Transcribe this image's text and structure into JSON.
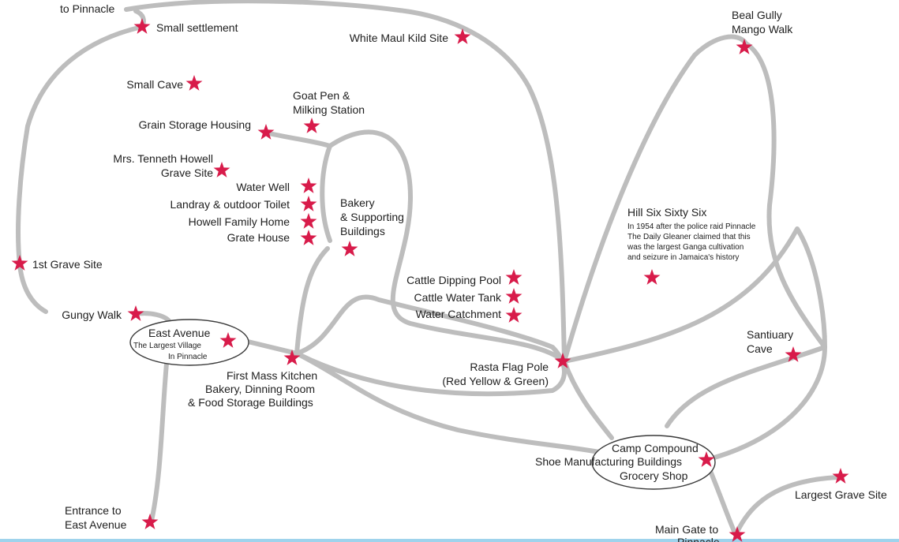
{
  "map": {
    "star_color": "#d81b4a",
    "path_color": "#bdbdbd",
    "accent_band_color": "#9fd3ec",
    "labels": {
      "to_pinnacle": "to Pinnacle",
      "small_settlement": "Small settlement",
      "white_maul": "White Maul Kild Site",
      "beal_gully_1": "Beal Gully",
      "beal_gully_2": "Mango Walk",
      "small_cave": "Small Cave",
      "goat_pen_1": "Goat Pen &",
      "goat_pen_2": "Milking Station",
      "grain_storage": "Grain Storage Housing",
      "howell_grave_1": "Mrs. Tenneth Howell",
      "howell_grave_2": "Grave Site",
      "water_well": "Water Well",
      "landray": "Landray & outdoor Toilet",
      "howell_home": "Howell Family Home",
      "grate_house": "Grate House",
      "bakery_1": "Bakery",
      "bakery_2": "& Supporting",
      "bakery_3": "Buildings",
      "hill_title": "Hill Six Sixty Six",
      "hill_note_1": "In 1954 after the police raid Pinnacle",
      "hill_note_2": "The Daily Gleaner claimed that this",
      "hill_note_3": "was the largest Ganga cultivation",
      "hill_note_4": "and seizure in Jamaica's history",
      "first_grave": "1st Grave Site",
      "cattle_dipping": "Cattle Dipping Pool",
      "cattle_water": "Cattle Water Tank",
      "water_catchment": "Water Catchment",
      "gungy_walk": "Gungy Walk",
      "east_avenue_1": "East Avenue",
      "east_avenue_2": "The Largest Village",
      "east_avenue_3": "In Pinnacle",
      "santiuary_1": "Santiuary",
      "santiuary_2": "Cave",
      "first_mass_1": "First Mass Kitchen",
      "first_mass_2": "Bakery, Dinning Room",
      "first_mass_3": "& Food Storage Buildings",
      "rasta_flag_1": "Rasta Flag Pole",
      "rasta_flag_2": "(Red Yellow & Green)",
      "camp_1": "Camp Compound",
      "camp_2": "Shoe Manufacturing Buildings",
      "camp_3": "Grocery Shop",
      "largest_grave": "Largest Grave Site",
      "entrance_1": "Entrance to",
      "entrance_2": "East Avenue",
      "main_gate_1": "Main Gate to",
      "main_gate_2": "Pinnacle"
    }
  }
}
